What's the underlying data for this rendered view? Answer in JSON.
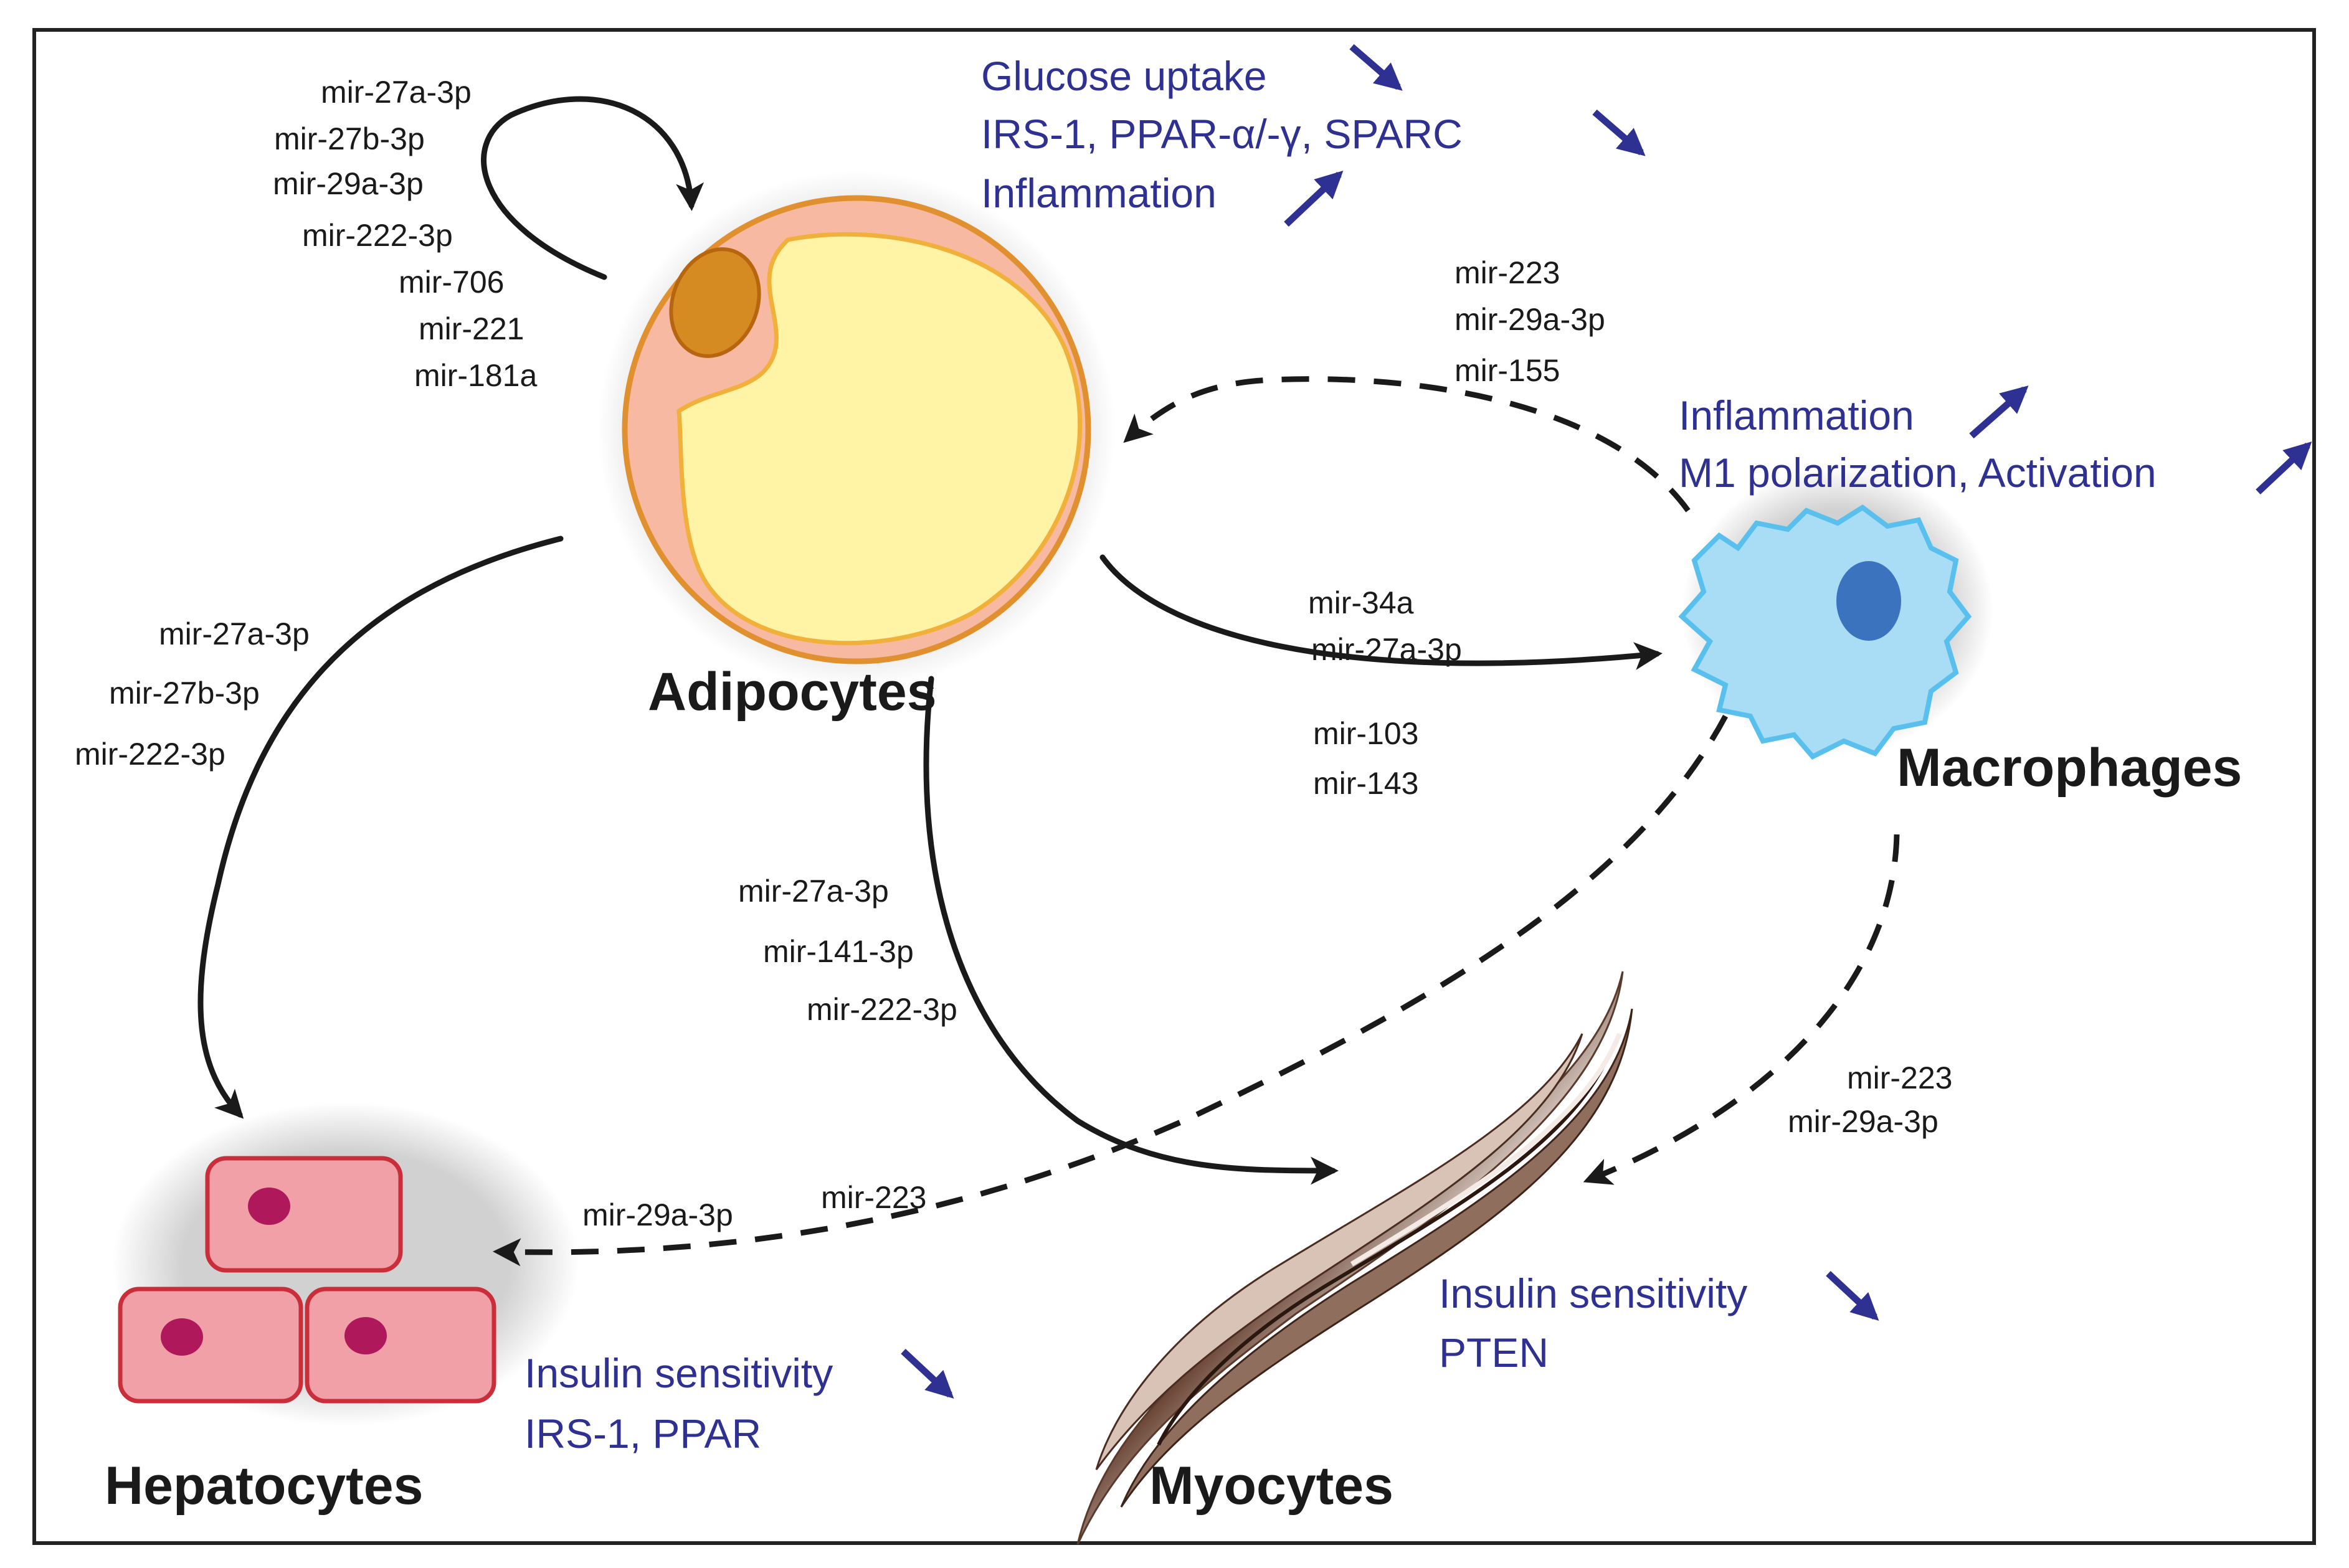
{
  "colors": {
    "effect_text": "#2e3192",
    "trend_arrow": "#2e3192",
    "adipocyte_fill": "#f7b9a1",
    "adipocyte_droplet": "#fff3a6",
    "adipocyte_nucleus": "#d68a22",
    "macrophage_fill": "#a9dcf5",
    "macrophage_nucleus": "#3b73bf",
    "hepatocyte_fill": "#f2a0a8",
    "hepatocyte_nucleus": "#b0185c",
    "myocyte_fill": "#7a5a4a"
  },
  "cells": {
    "adipocytes": "Adipocytes",
    "macrophages": "Macrophages",
    "hepatocytes": "Hepatocytes",
    "myocytes": "Myocytes"
  },
  "adipocyte_self_mirs": [
    "mir-27a-3p",
    "mir-27b-3p",
    "mir-29a-3p",
    "mir-222-3p",
    "mir-706",
    "mir-221",
    "mir-181a"
  ],
  "adipocyte_effects": {
    "glucose": "Glucose uptake",
    "irs": "IRS-1, PPAR-α/-γ, SPARC",
    "inflammation": "Inflammation"
  },
  "macrophage_to_adipocyte_mirs": [
    "mir-223",
    "mir-29a-3p",
    "mir-155"
  ],
  "macrophage_effects": {
    "inflammation": "Inflammation",
    "m1": "M1 polarization, Activation"
  },
  "adipocyte_to_macrophage_mirs": [
    "mir-34a",
    "mir-27a-3p",
    "mir-103",
    "mir-143"
  ],
  "adipocyte_to_hepatocyte_mirs": [
    "mir-27a-3p",
    "mir-27b-3p",
    "mir-222-3p"
  ],
  "adipocyte_to_myocyte_mirs": [
    "mir-27a-3p",
    "mir-141-3p",
    "mir-222-3p"
  ],
  "macrophage_to_myocyte_mirs": [
    "mir-223",
    "mir-29a-3p"
  ],
  "macrophage_to_hepatocyte_mirs": [
    "mir-29a-3p",
    "mir-223"
  ],
  "myocyte_effects": {
    "insulin": "Insulin sensitivity",
    "pten": "PTEN"
  },
  "hepatocyte_effects": {
    "insulin": "Insulin sensitivity",
    "irs": "IRS-1, PPAR"
  }
}
